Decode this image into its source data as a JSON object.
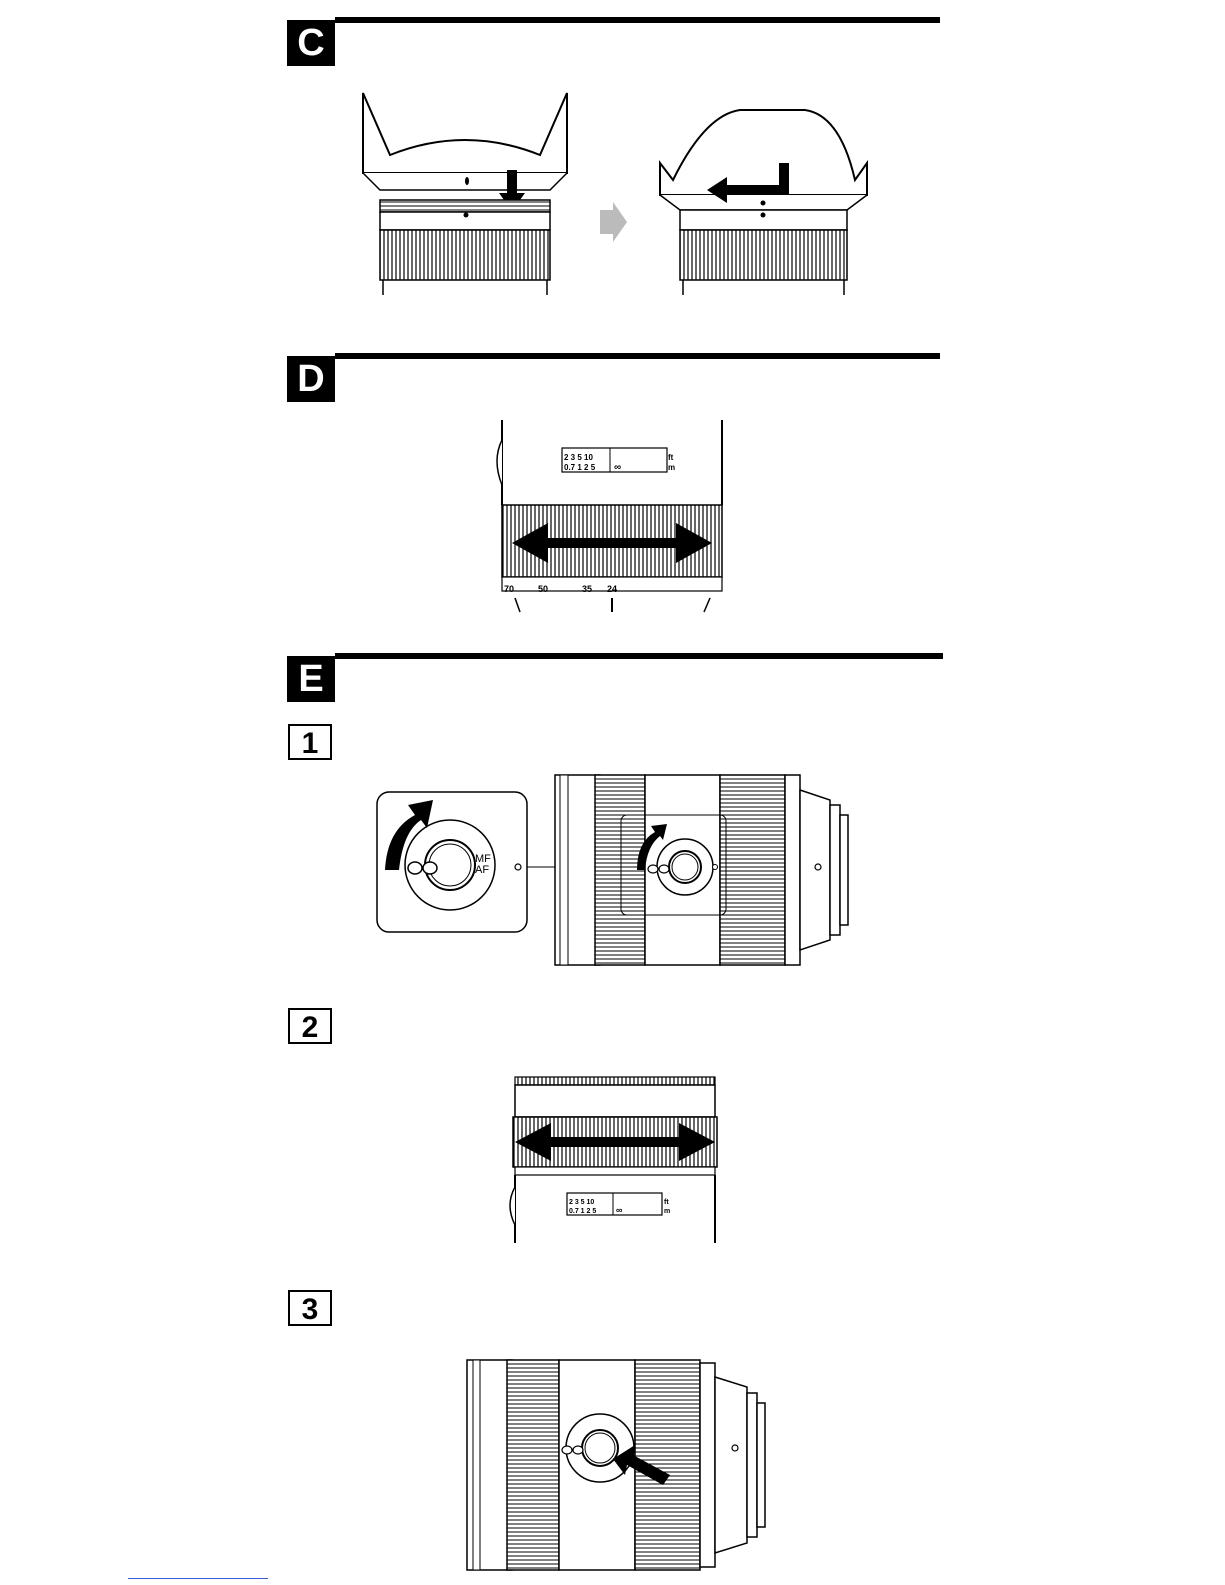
{
  "sections": {
    "c": {
      "label": "C"
    },
    "d": {
      "label": "D",
      "distance_ft": "2  3  5 10",
      "distance_m": "0.7  1   2  5",
      "infinity": "∞",
      "unit_ft": "ft",
      "unit_m": "m",
      "focal_lengths": [
        "70",
        "50",
        "35",
        "24"
      ]
    },
    "e": {
      "label": "E",
      "steps": [
        {
          "number": "1",
          "mf_label": "MF",
          "af_label": "AF"
        },
        {
          "number": "2",
          "distance_ft": "2  3  5 10",
          "distance_m": "0.7  1   2  5",
          "infinity": "∞",
          "unit_ft": "ft",
          "unit_m": "m"
        },
        {
          "number": "3"
        }
      ]
    }
  }
}
